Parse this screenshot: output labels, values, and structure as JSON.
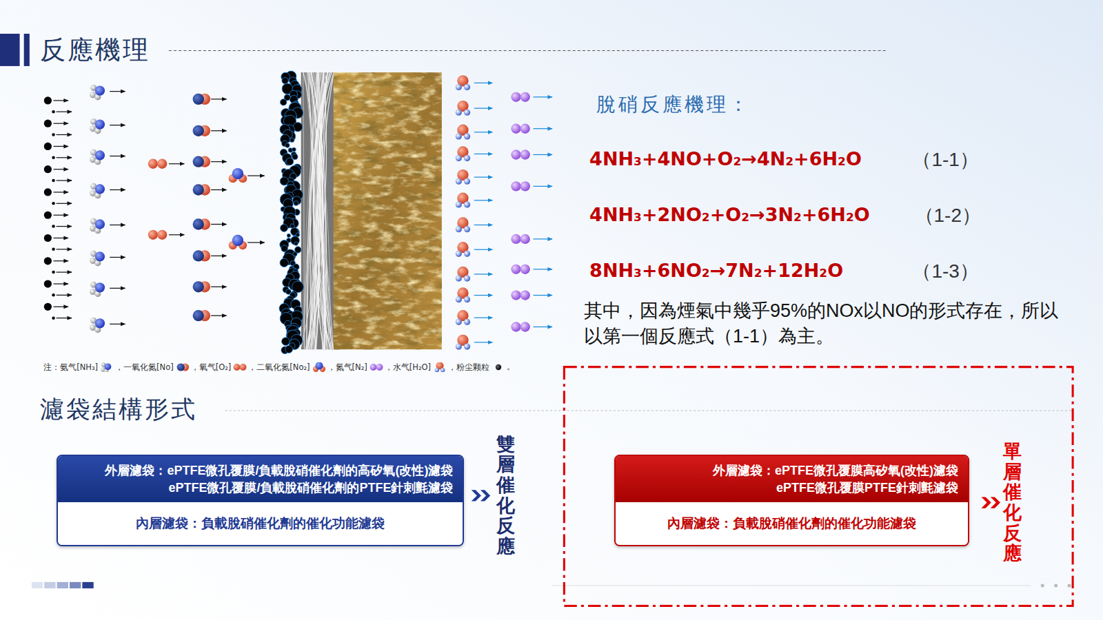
{
  "diagram": {
    "title": "反應機理",
    "nodes": [
      {
        "text": [
          "外層濾袋：ePTFE微孔覆膜/負載脫硝催化劑的高矽氧(改性)濾袋 ePTFE微孔覆膜/負載脫硝催化劑的PTFE針刺氈濾袋",
          "內層濾袋：負載脫硝催化劑的催化功能濾袋"
        ]
      },
      {
        "text": [
          "外層濾袋：ePTFE微孔覆膜高矽氧(改性)濾袋 ePTFE微孔覆膜PTFE針刺氈濾袋",
          "內層濾袋：負載脫硝催化劑的催化功能濾袋"
        ]
      }
    ],
    "labels": [
      "濾袋結構形式",
      "脫硝反應機理：",
      "4NH₃+4NO+O₂→4N₂+6H₂O",
      "（1-1）",
      "4NH₃+2NO₂+O₂→3N₂+6H₂O",
      "（1-2）",
      "8NH₃+6NO₂→7N₂+12H₂O",
      "（1-3）",
      "其中，因為煙氣中幾乎95%的NOx以NO的形式存在，所以以第一個反應式（1-1）為主。",
      "雙層催化反應",
      "單層催化反應",
      "。"
    ],
    "legend": [
      {
        "text": "注：氨气[NH₃]"
      },
      {
        "text": "，一氧化氮[No]"
      },
      {
        "text": "，氧气[O₂]"
      },
      {
        "text": "，二氧化氮[No₂]"
      },
      {
        "text": "，氮气[N₂]"
      },
      {
        "text": "，水气[H₂O]"
      },
      {
        "text": "，粉尘颗粒"
      }
    ]
  }
}
